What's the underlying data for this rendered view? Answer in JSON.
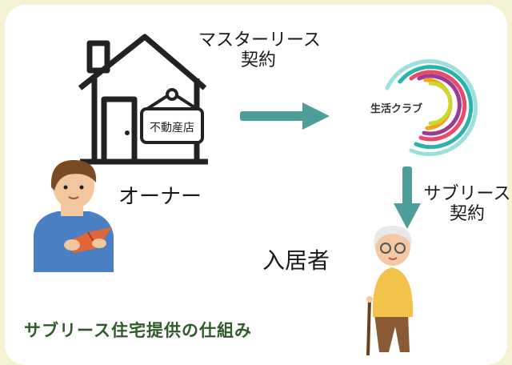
{
  "diagram": {
    "sign_text": "不動産店",
    "logo_text": "生活クラブ",
    "master_lease_line1": "マスターリース",
    "master_lease_line2": "契約",
    "sublease_line1": "サブリース",
    "sublease_line2": "契約",
    "owner_label": "オーナー",
    "resident_label": "入居者",
    "caption": "サブリース住宅提供の仕組み"
  },
  "colors": {
    "background": "#f5f3d6",
    "panel": "#ffffff",
    "arrow": "#4f9d98",
    "caption": "#2f5a2a"
  },
  "icons": [
    "house-icon",
    "real-estate-shop-sign",
    "seikatsu-club-logo",
    "owner-person-illustration",
    "elderly-resident-illustration",
    "arrow-right-icon",
    "arrow-down-icon"
  ]
}
